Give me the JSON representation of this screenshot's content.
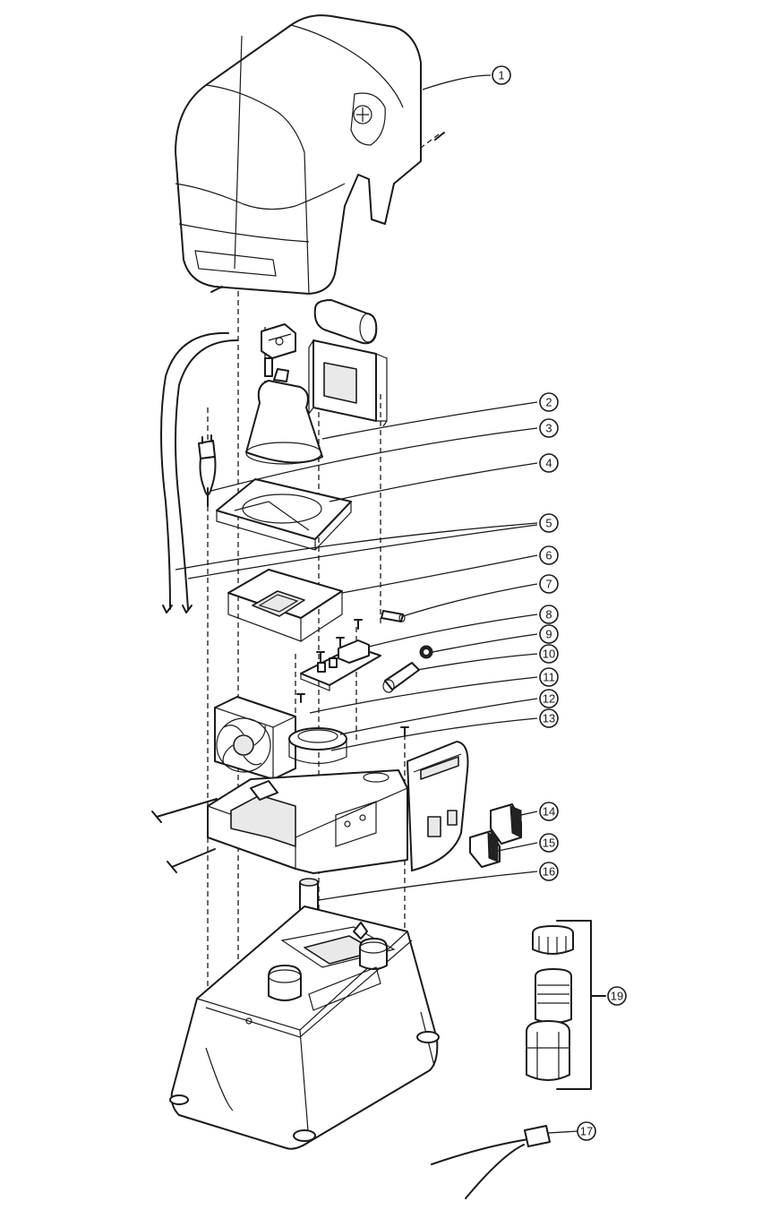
{
  "diagram": {
    "type": "exploded-parts-diagram",
    "callouts": [
      {
        "id": "c1",
        "label": "1"
      },
      {
        "id": "c2",
        "label": "2"
      },
      {
        "id": "c3",
        "label": "3"
      },
      {
        "id": "c4",
        "label": "4"
      },
      {
        "id": "c5",
        "label": "5"
      },
      {
        "id": "c6",
        "label": "6"
      },
      {
        "id": "c7",
        "label": "7"
      },
      {
        "id": "c8",
        "label": "8"
      },
      {
        "id": "c9",
        "label": "9"
      },
      {
        "id": "c10",
        "label": "10"
      },
      {
        "id": "c11",
        "label": "11"
      },
      {
        "id": "c12",
        "label": "12"
      },
      {
        "id": "c13",
        "label": "13"
      },
      {
        "id": "c14",
        "label": "14"
      },
      {
        "id": "c15",
        "label": "15"
      },
      {
        "id": "c16",
        "label": "16"
      },
      {
        "id": "c17",
        "label": "17"
      },
      {
        "id": "c19",
        "label": "19"
      }
    ]
  }
}
